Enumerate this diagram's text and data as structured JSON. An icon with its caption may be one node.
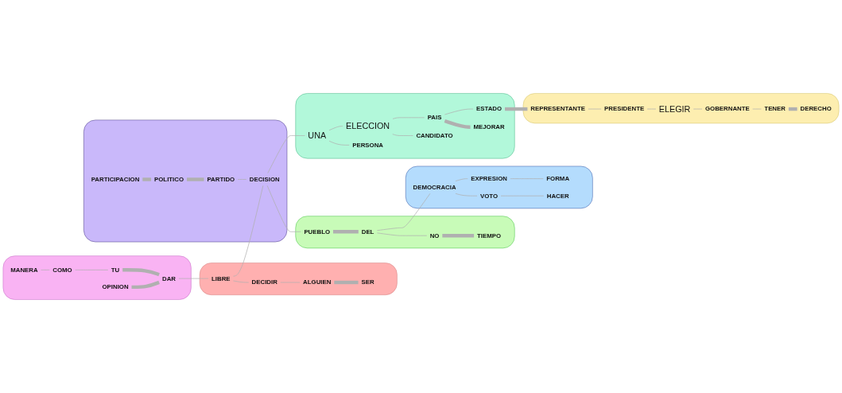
{
  "diagram": {
    "nodes": [
      {
        "text": [],
        "shape": "box"
      },
      {
        "text": [
          "MANERA"
        ],
        "in": 0
      },
      {
        "text": [
          "COMO"
        ],
        "in": 0
      },
      {
        "text": [
          "TU"
        ],
        "in": 0
      },
      {
        "text": [
          "OPINION"
        ],
        "in": 0
      },
      {
        "text": [
          "DAR"
        ],
        "in": 0
      },
      {
        "text": [],
        "shape": "box"
      },
      {
        "text": [
          "LIBRE"
        ],
        "in": 6
      },
      {
        "text": [
          "DECIDIR"
        ],
        "in": 6
      },
      {
        "text": [
          "ALGUIEN"
        ],
        "in": 6
      },
      {
        "text": [
          "SER"
        ],
        "in": 6
      },
      {
        "text": [],
        "shape": "box"
      },
      {
        "text": [
          "PARTICIPACION"
        ],
        "in": 11
      },
      {
        "text": [
          "POLITICO"
        ],
        "in": 11
      },
      {
        "text": [
          "PARTIDO"
        ],
        "in": 11
      },
      {
        "text": [
          "DECISION"
        ],
        "in": 11
      },
      {
        "text": [],
        "shape": "box"
      },
      {
        "text": [
          "TIEMPO"
        ],
        "in": 16
      },
      {
        "text": [
          "NO"
        ],
        "in": 16
      },
      {
        "text": [
          "DEL"
        ],
        "in": 16
      },
      {
        "text": [
          "PUEBLO"
        ],
        "in": 16
      },
      {
        "text": [],
        "shape": "box"
      },
      {
        "text": [
          "HACER"
        ],
        "in": 21
      },
      {
        "text": [
          "VOTO"
        ],
        "in": 21
      },
      {
        "text": [
          "DEMOCRACIA"
        ],
        "in": 21
      },
      {
        "text": [
          "EXPRESION"
        ],
        "in": 21
      },
      {
        "text": [
          "FORMA"
        ],
        "in": 21
      },
      {
        "text": [],
        "shape": "box"
      },
      {
        "text": [
          "UNA"
        ],
        "in": 27
      },
      {
        "text": [
          "PERSONA"
        ],
        "in": 27
      },
      {
        "text": [
          "ELECCION"
        ],
        "in": 27
      },
      {
        "text": [
          "CANDIDATO"
        ],
        "in": 27
      },
      {
        "text": [
          "PAIS"
        ],
        "in": 27
      },
      {
        "text": [
          "MEJORAR"
        ],
        "in": 27
      },
      {
        "text": [
          "ESTADO"
        ],
        "in": 27
      },
      {
        "text": [],
        "shape": "box"
      },
      {
        "text": [
          "REPRESENTANTE"
        ],
        "in": 35
      },
      {
        "text": [
          "PRESIDENTE"
        ],
        "in": 35
      },
      {
        "text": [
          "ELEGIR"
        ],
        "in": 35
      },
      {
        "text": [
          "GOBERNANTE"
        ],
        "in": 35
      },
      {
        "text": [
          "TENER"
        ],
        "in": 35
      },
      {
        "text": [
          "DERECHO"
        ],
        "in": 35
      }
    ],
    "edges": [
      {
        "from": 1,
        "to": 2,
        "arrow": "none"
      },
      {
        "from": 2,
        "to": 3,
        "arrow": "none"
      },
      {
        "from": 3,
        "to": 5,
        "arrow": "none",
        "style": "thick"
      },
      {
        "from": 4,
        "to": 5,
        "arrow": "none",
        "style": "thick"
      },
      {
        "from": 5,
        "to": 7,
        "arrow": "none"
      },
      {
        "from": 7,
        "to": 8,
        "arrow": "none"
      },
      {
        "from": 8,
        "to": 9,
        "arrow": "none"
      },
      {
        "from": 9,
        "to": 10,
        "arrow": "none",
        "style": "thick"
      },
      {
        "from": 7,
        "to": 15,
        "arrow": "none"
      },
      {
        "from": 12,
        "to": 13,
        "arrow": "none",
        "style": "thick"
      },
      {
        "from": 13,
        "to": 14,
        "arrow": "none",
        "style": "thick"
      },
      {
        "from": 14,
        "to": 15,
        "arrow": "none"
      },
      {
        "from": 15,
        "to": 20,
        "arrow": "none"
      },
      {
        "from": 20,
        "to": 19,
        "arrow": "none",
        "style": "thick"
      },
      {
        "from": 19,
        "to": 18,
        "arrow": "none"
      },
      {
        "from": 18,
        "to": 17,
        "arrow": "none",
        "style": "thick"
      },
      {
        "from": 19,
        "to": 24,
        "arrow": "none"
      },
      {
        "from": 24,
        "to": 23,
        "arrow": "none"
      },
      {
        "from": 23,
        "to": 22,
        "arrow": "none"
      },
      {
        "from": 24,
        "to": 25,
        "arrow": "none"
      },
      {
        "from": 25,
        "to": 26,
        "arrow": "none"
      },
      {
        "from": 15,
        "to": 28,
        "arrow": "none"
      },
      {
        "from": 28,
        "to": 29,
        "arrow": "none"
      },
      {
        "from": 28,
        "to": 30,
        "arrow": "none"
      },
      {
        "from": 30,
        "to": 31,
        "arrow": "none"
      },
      {
        "from": 30,
        "to": 32,
        "arrow": "none"
      },
      {
        "from": 32,
        "to": 33,
        "arrow": "none",
        "style": "thick"
      },
      {
        "from": 32,
        "to": 34,
        "arrow": "none"
      },
      {
        "from": 34,
        "to": 36,
        "arrow": "none",
        "style": "thick"
      },
      {
        "from": 36,
        "to": 37,
        "arrow": "none"
      },
      {
        "from": 37,
        "to": 38,
        "arrow": "none"
      },
      {
        "from": 38,
        "to": 39,
        "arrow": "none"
      },
      {
        "from": 39,
        "to": 40,
        "arrow": "none"
      },
      {
        "from": 40,
        "to": 41,
        "arrow": "none",
        "style": "thick"
      }
    ]
  }
}
